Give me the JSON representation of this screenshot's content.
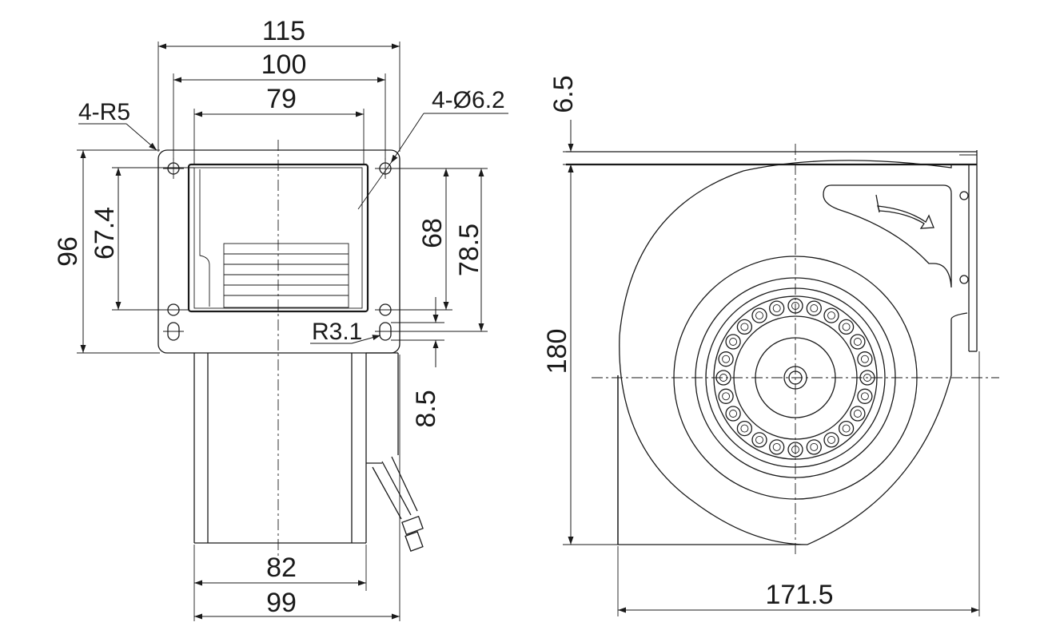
{
  "front_view": {
    "width_overall": "115",
    "width_hole_centers": "100",
    "width_outlet": "79",
    "corner_radius_callout": "4-R5",
    "hole_callout": "4-Ø6.2",
    "height_flange": "96",
    "height_outlet": "67.4",
    "height_inner": "68",
    "height_hole_span": "78.5",
    "slot_radius": "R3.1",
    "slot_offset": "8.5",
    "body_width": "82",
    "base_width": "99"
  },
  "side_view": {
    "flange_thickness": "6.5",
    "height_overall": "180",
    "width_overall": "171.5"
  }
}
